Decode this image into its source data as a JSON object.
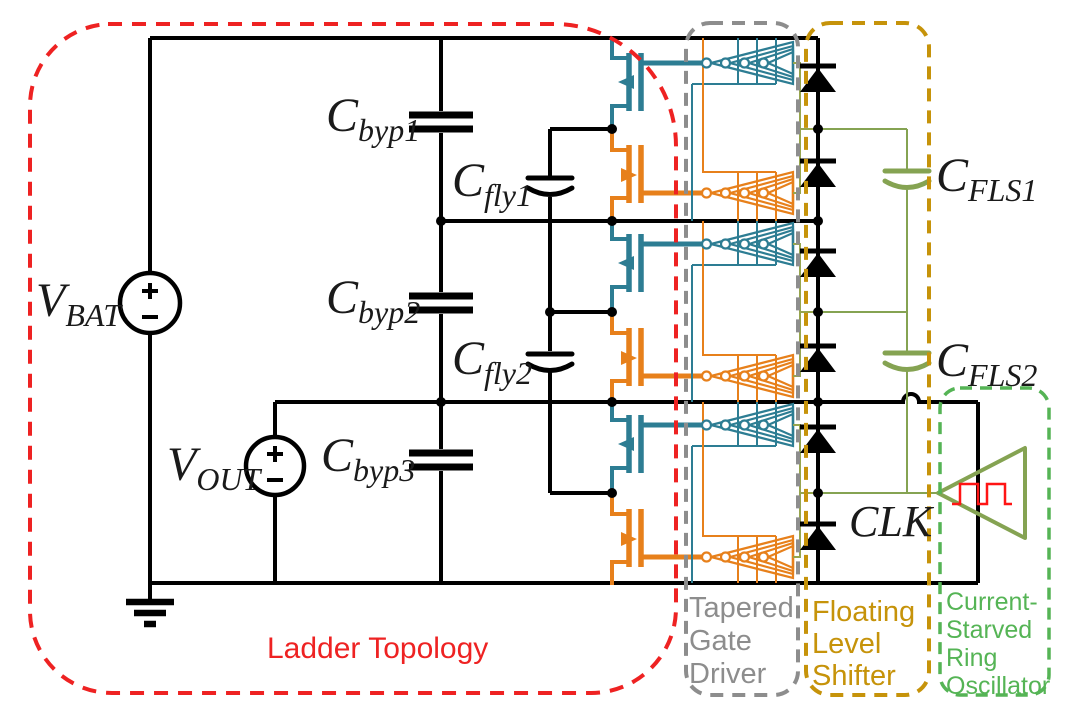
{
  "title": "Ladder topology switched-capacitor converter schematic",
  "colors": {
    "teal": "#2d7d93",
    "orange": "#e7801b",
    "olive": "#97a54e",
    "green-wire": "#85a352",
    "wave-red": "#ff1414",
    "box-red": "#ee2222",
    "box-gray": "#8d8d8d",
    "box-gold": "#c6930a",
    "box-green": "#55b455",
    "wire-black": "#000000"
  },
  "labels": {
    "vbat": {
      "main": "V",
      "sub": "BAT"
    },
    "vout": {
      "main": "V",
      "sub": "OUT"
    },
    "cbyp1": {
      "main": "C",
      "sub": "byp1"
    },
    "cbyp2": {
      "main": "C",
      "sub": "byp2"
    },
    "cbyp3": {
      "main": "C",
      "sub": "byp3"
    },
    "cfly1": {
      "main": "C",
      "sub": "fly1"
    },
    "cfly2": {
      "main": "C",
      "sub": "fly2"
    },
    "cfls1": {
      "main": "C",
      "sub": "FLS1"
    },
    "cfls2": {
      "main": "C",
      "sub": "FLS2"
    },
    "clk": "CLK"
  },
  "regions": {
    "ladder": {
      "label": "Ladder Topology"
    },
    "gate_driver": {
      "line1": "Tapered",
      "line2": "Gate",
      "line3": "Driver"
    },
    "level_shifter": {
      "line1": "Floating",
      "line2": "Level",
      "line3": "Shifter"
    },
    "oscillator": {
      "line1": "Current-",
      "line2": "Starved",
      "line3": "Ring",
      "line4": "Oscillator"
    }
  },
  "icons": {
    "clock_waveform": "square-wave-icon",
    "ground": "ground-icon",
    "source_polarity": "plus-minus-icon"
  }
}
